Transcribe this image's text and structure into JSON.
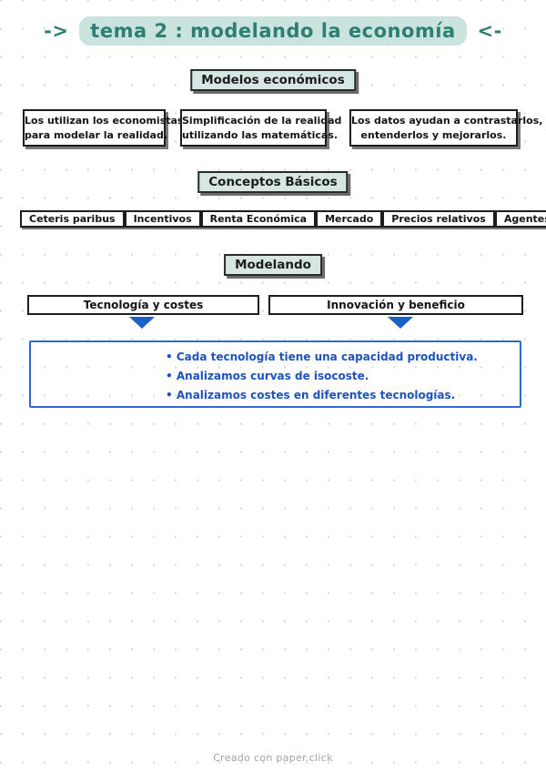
{
  "title": {
    "prefix": "->",
    "text": "tema 2 : modelando la economía",
    "suffix": "<-"
  },
  "colors": {
    "teal_text": "#2e7e74",
    "teal_highlight": "#cbe3de",
    "label_box_bg": "#d6e6e2",
    "border_dark": "#1d1d1d",
    "blue_accent": "#1b62c6",
    "blue_text": "#1c53be"
  },
  "sections": {
    "modelos": {
      "label": "Modelos económicos",
      "cards": [
        {
          "line1": "Los utilizan los economistas",
          "line2": "para modelar la realidad."
        },
        {
          "line1": "Simplificación de la realidad",
          "line2": "utilizando las matemáticas."
        },
        {
          "line1": "Los datos ayudan a contrastarlos,",
          "line2": "entenderlos y mejorarlos."
        }
      ]
    },
    "conceptos": {
      "label": "Conceptos Básicos",
      "items": [
        "Ceteris paribus",
        "Incentivos",
        "Renta Económica",
        "Mercado",
        "Precios relativos",
        "Agentes económicos"
      ]
    },
    "modelando": {
      "label": "Modelando",
      "columns": [
        "Tecnología y costes",
        "Innovación y beneficio"
      ],
      "bullets": [
        "Cada tecnología tiene una capacidad productiva.",
        "Analizamos curvas de isocoste.",
        "Analizamos costes en diferentes tecnologías."
      ]
    }
  },
  "footer": {
    "text": "Creado con paper.click"
  }
}
